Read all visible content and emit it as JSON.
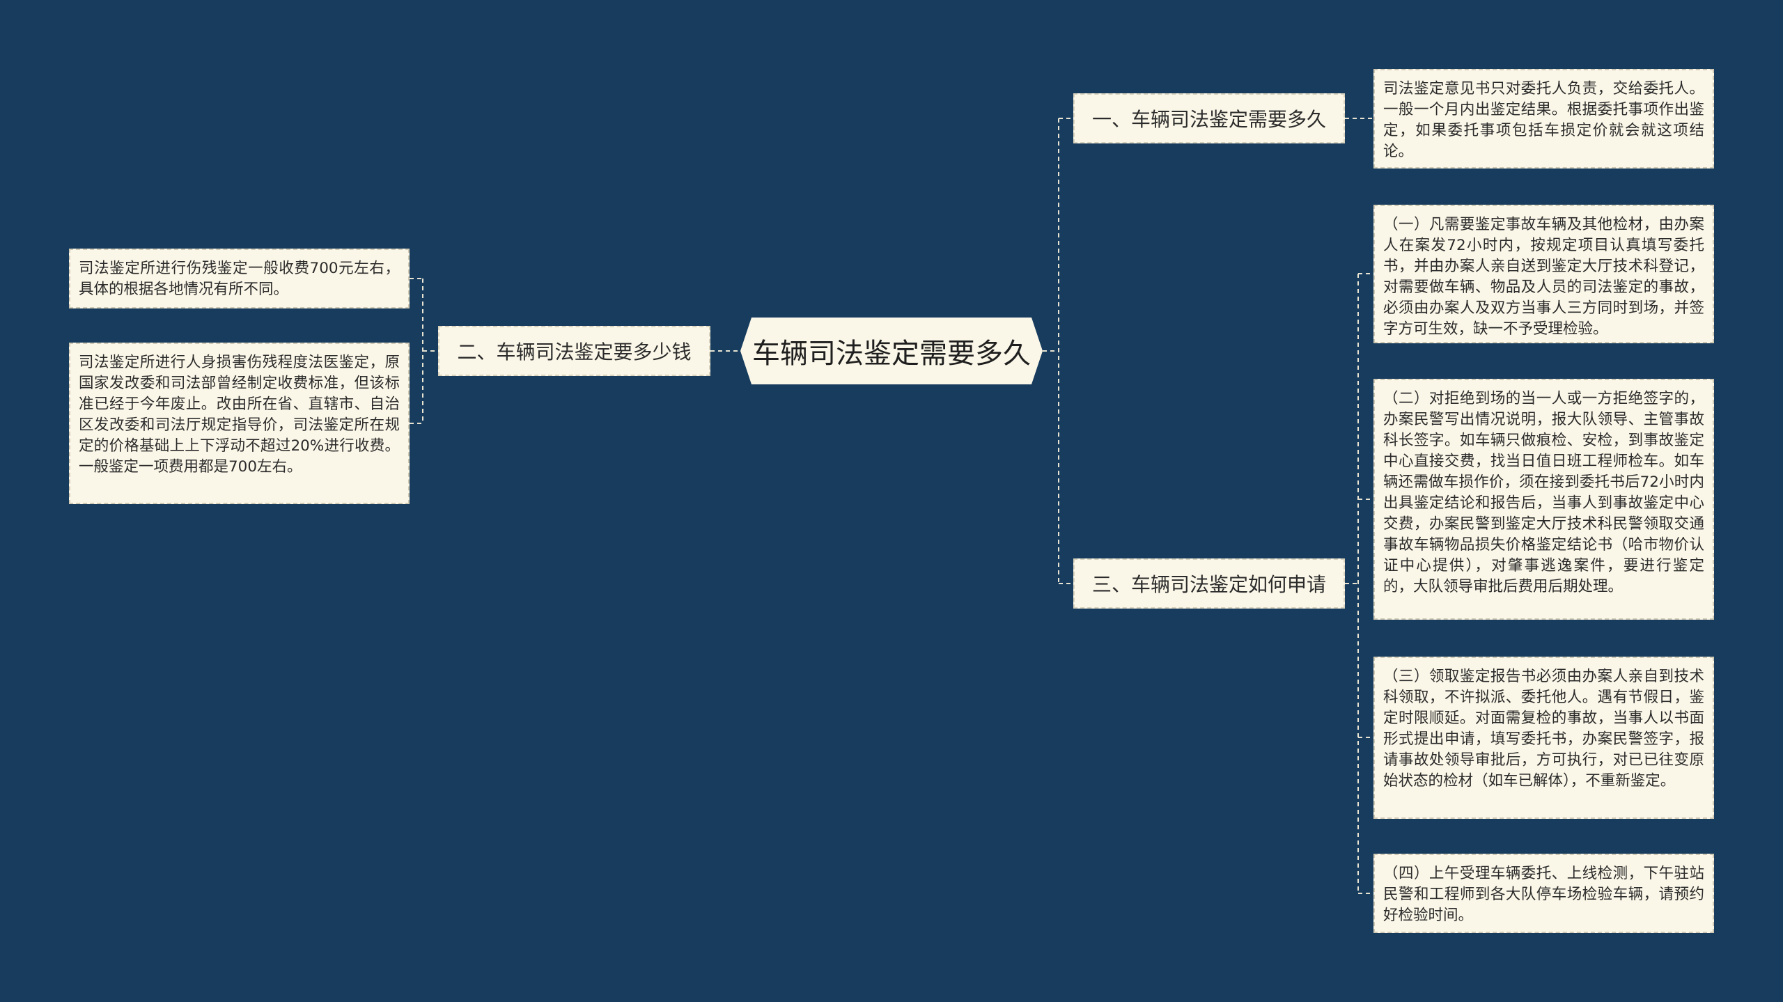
{
  "center": {
    "title": "车辆司法鉴定需要多久"
  },
  "branches": [
    {
      "label": "一、车辆司法鉴定需要多久"
    },
    {
      "label": "二、车辆司法鉴定要多少钱"
    },
    {
      "label": "三、车辆司法鉴定如何申请"
    }
  ],
  "leaves": {
    "b1": [
      "司法鉴定意见书只对委托人负责，交给委托人。一般一个月内出鉴定结果。根据委托事项作出鉴定，如果委托事项包括车损定价就会就这项结论。"
    ],
    "b2": [
      "司法鉴定所进行伤残鉴定一般收费700元左右，具体的根据各地情况有所不同。",
      "司法鉴定所进行人身损害伤残程度法医鉴定，原国家发改委和司法部曾经制定收费标准，但该标准已经于今年废止。改由所在省、直辖市、自治区发改委和司法厅规定指导价，司法鉴定所在规定的价格基础上上下浮动不超过20%进行收费。一般鉴定一项费用都是700左右。"
    ],
    "b3": [
      "（一）凡需要鉴定事故车辆及其他检材，由办案人在案发72小时内，按规定项目认真填写委托书，并由办案人亲自送到鉴定大厅技术科登记，对需要做车辆、物品及人员的司法鉴定的事故，必须由办案人及双方当事人三方同时到场，并签字方可生效，缺一不予受理检验。",
      "（二）对拒绝到场的当一人或一方拒绝签字的，办案民警写出情况说明，报大队领导、主管事故科长签字。如车辆只做痕检、安检，到事故鉴定中心直接交费，找当日值日班工程师检车。如车辆还需做车损作价，须在接到委托书后72小时内出具鉴定结论和报告后，当事人到事故鉴定中心交费，办案民警到鉴定大厅技术科民警领取交通事故车辆物品损失价格鉴定结论书（哈市物价认证中心提供），对肇事逃逸案件，要进行鉴定的，大队领导审批后费用后期处理。",
      "（三）领取鉴定报告书必须由办案人亲自到技术科领取，不许拟派、委托他人。遇有节假日，鉴定时限顺延。对面需复检的事故，当事人以书面形式提出申请，填写委托书，办案民警签字，报请事故处领导审批后，方可执行，对已已往变原始状态的检材（如车已解体），不重新鉴定。",
      "（四）上午受理车辆委托、上线检测，下午驻站民警和工程师到各大队停车场检验车辆，请预约好检验时间。"
    ]
  },
  "colors": {
    "background": "#173c5e",
    "node_fill": "#fbf7e8",
    "connector": "#e9e4d2"
  }
}
